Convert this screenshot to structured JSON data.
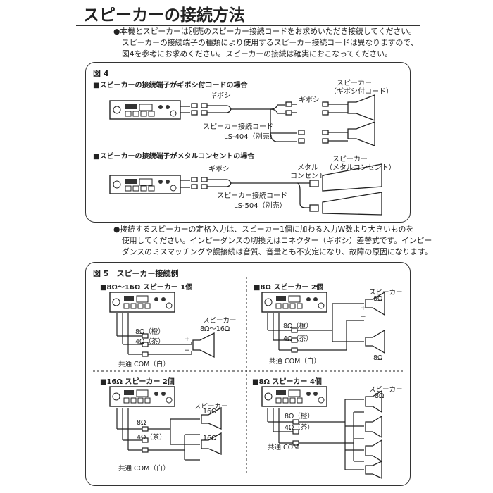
{
  "title": "スピーカーの接続方法",
  "intro": {
    "line1": "●本機とスピーカーは別売のスピーカー接続コードをお求めいただき接続してください。",
    "line2": "スピーカーの接続端子の種類により使用するスピーカー接続コードは異なりますので、",
    "line3": "図4を参考にお求めください。スピーカーの接続は確実におこなってください。"
  },
  "fig4": {
    "label": "図 4",
    "case1": {
      "heading": "■スピーカーの接続端子がギボシ付コードの場合",
      "giboshi_left": "ギボシ",
      "giboshi_right": "ギボシ",
      "speaker_label": "スピーカー",
      "speaker_sub": "（ギボシ付コード）",
      "cord_label": "スピーカー接続コード",
      "cord_model": "LS-404（別売）"
    },
    "case2": {
      "heading": "■スピーカーの接続端子がメタルコンセントの場合",
      "giboshi": "ギボシ",
      "metal1": "メタル",
      "metal2": "コンセント",
      "speaker_label": "スピーカー",
      "speaker_sub": "（メタルコンセント）",
      "cord_label": "スピーカー接続コード",
      "cord_model": "LS-504（別売）"
    }
  },
  "note": {
    "line1": "●接続するスピーカーの定格入力は、スピーカー1個に加わる入力W数より大きいものを",
    "line2": "使用してください。インピーダンスの切換えはコネクター（ギボシ）差替式です。インピー",
    "line3": "ダンスのミスマッチングや誤接続は音質、音量とも不安定になり、故障の原因になります。"
  },
  "fig5": {
    "label": "図 5　スピーカー接続例",
    "p1": {
      "heading": "■8Ω～16Ω スピーカー 1個",
      "t8": "8Ω（橙）",
      "t4": "4Ω（茶）",
      "com": "共通 COM（白）",
      "speaker": "スピーカー",
      "imp": "8Ω～16Ω",
      "plus": "+",
      "minus": "−"
    },
    "p2": {
      "heading": "■8Ω スピーカー 2個",
      "t8": "8Ω（橙）",
      "t4": "4Ω（茶）",
      "com": "共通 COM（白）",
      "speaker": "スピーカー",
      "imp_a": "8Ω",
      "imp_b": "8Ω",
      "plus": "+",
      "minus": "−"
    },
    "p3": {
      "heading": "■16Ω スピーカー 2個",
      "t8": "8Ω",
      "t4": "4Ω（茶）",
      "com": "共通 COM（白）",
      "speaker": "スピーカー",
      "imp_a": "16Ω",
      "imp_b": "16Ω",
      "plus": "+",
      "minus": "−"
    },
    "p4": {
      "heading": "■8Ω スピーカー 4個",
      "t8": "8Ω（橙）",
      "t4": "4Ω（茶）",
      "com": "共通 COM",
      "speaker": "スピーカー",
      "imp": "8Ω",
      "plus": "+",
      "minus": "−"
    }
  }
}
